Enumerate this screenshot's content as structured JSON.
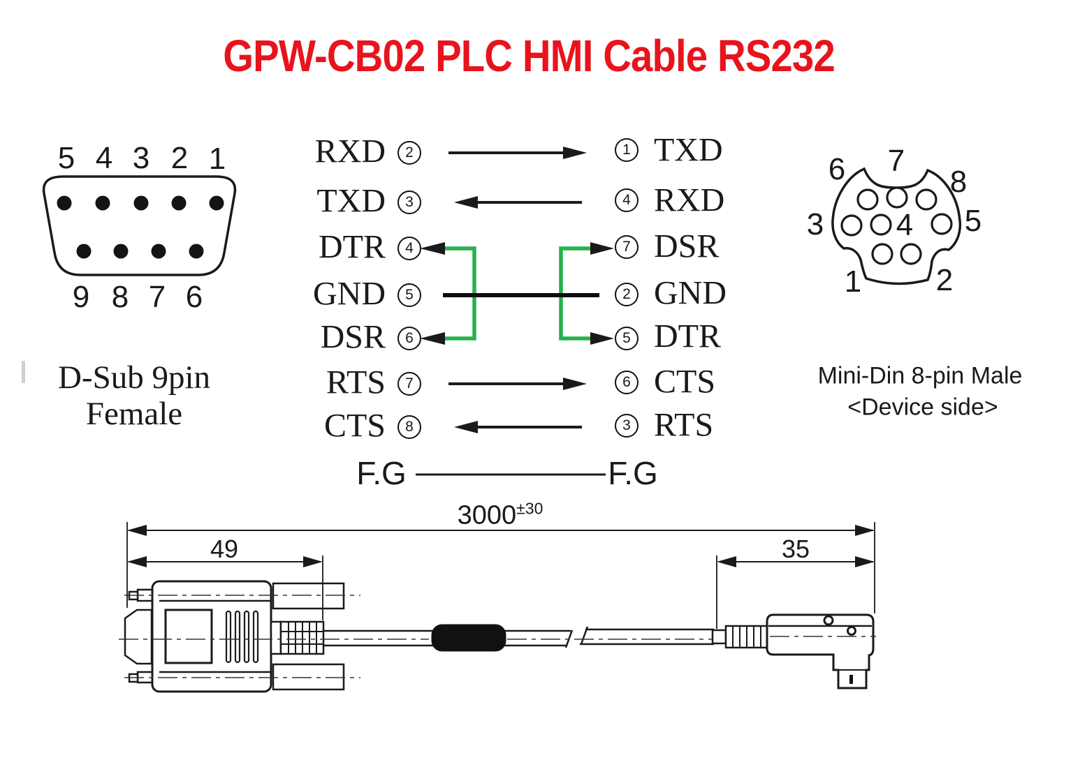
{
  "title": {
    "text": "GPW-CB02 PLC HMI Cable RS232",
    "color": "#e8131c"
  },
  "colors": {
    "wire_green": "#26b14c",
    "line_black": "#1a1a1a"
  },
  "dsub": {
    "caption_line1": "D-Sub 9pin",
    "caption_line2": "Female",
    "top_pin_labels": [
      "5",
      "4",
      "3",
      "2",
      "1"
    ],
    "bottom_pin_labels": [
      "9",
      "8",
      "7",
      "6"
    ]
  },
  "minidin": {
    "caption_line1": "Mini-Din 8-pin Male",
    "caption_line2": "<Device side>",
    "pins": {
      "p1": "1",
      "p2": "2",
      "p3": "3",
      "p4": "4",
      "p5": "5",
      "p6": "6",
      "p7": "7",
      "p8": "8"
    }
  },
  "wiring": {
    "rows": [
      {
        "left_signal": "RXD",
        "left_pin": "2",
        "right_pin": "1",
        "right_signal": "TXD",
        "direction": "right",
        "wire": "black"
      },
      {
        "left_signal": "TXD",
        "left_pin": "3",
        "right_pin": "4",
        "right_signal": "RXD",
        "direction": "left",
        "wire": "black"
      },
      {
        "left_signal": "DTR",
        "left_pin": "4",
        "right_pin": "7",
        "right_signal": "DSR",
        "direction": "loopback",
        "wire": "green"
      },
      {
        "left_signal": "GND",
        "left_pin": "5",
        "right_pin": "2",
        "right_signal": "GND",
        "direction": "straight",
        "wire": "black-thick"
      },
      {
        "left_signal": "DSR",
        "left_pin": "6",
        "right_pin": "5",
        "right_signal": "DTR",
        "direction": "loopback",
        "wire": "green"
      },
      {
        "left_signal": "RTS",
        "left_pin": "7",
        "right_pin": "6",
        "right_signal": "CTS",
        "direction": "right",
        "wire": "black"
      },
      {
        "left_signal": "CTS",
        "left_pin": "8",
        "right_pin": "3",
        "right_signal": "RTS",
        "direction": "left",
        "wire": "black"
      }
    ],
    "fg_row": {
      "left_label": "F.G",
      "right_label": "F.G"
    }
  },
  "dimensions": {
    "overall": {
      "value": "3000",
      "tolerance": "±30"
    },
    "left_connector_length": "49",
    "right_connector_length": "35"
  }
}
